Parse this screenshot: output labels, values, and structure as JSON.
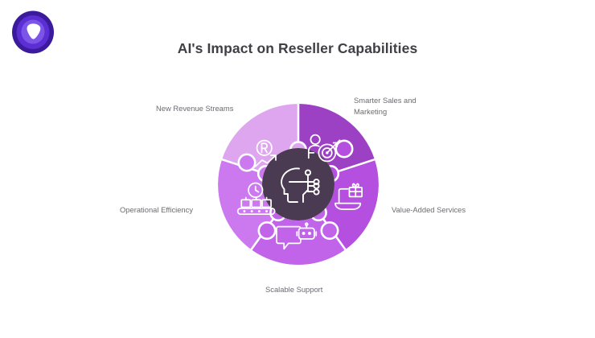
{
  "slide": {
    "background_color": "#ffffff",
    "title": "AI's Impact on Reseller Capabilities",
    "title_color": "#3f3f46"
  },
  "logo": {
    "name": "brand-logo",
    "ring_outer_color": "#3b1a9c",
    "ring_mid_color": "#5b2fd4",
    "ring_inner_color": "#7c54e8",
    "mark_color": "#ffffff"
  },
  "diagram": {
    "type": "circular-puzzle-wheel",
    "center": {
      "icon": "ai-head-circuit-icon",
      "fill_color": "#4a3a52",
      "stroke_color": "#ffffff"
    },
    "segments": [
      {
        "id": "smarter-sales",
        "label": "Smarter Sales and\nMarketing",
        "icon": "person-target-arrow-icon",
        "color": "#9c40c4",
        "label_position": "top-right"
      },
      {
        "id": "value-added",
        "label": "Value-Added Services",
        "icon": "laptop-gift-box-icon",
        "color": "#b44fe0",
        "label_position": "right"
      },
      {
        "id": "scalable-support",
        "label": "Scalable Support",
        "icon": "chat-bubble-robot-icon",
        "color": "#c164ea",
        "label_position": "bottom"
      },
      {
        "id": "operational-efficiency",
        "label": "Operational Efficiency",
        "icon": "clock-conveyor-belt-icon",
        "color": "#cc79f0",
        "label_position": "left"
      },
      {
        "id": "new-revenue",
        "label": "New Revenue Streams",
        "icon": "revenue-r-uptrend-arrow-icon",
        "color": "#dda6ee",
        "label_position": "top-left"
      }
    ],
    "label_color": "#6b6b72"
  }
}
